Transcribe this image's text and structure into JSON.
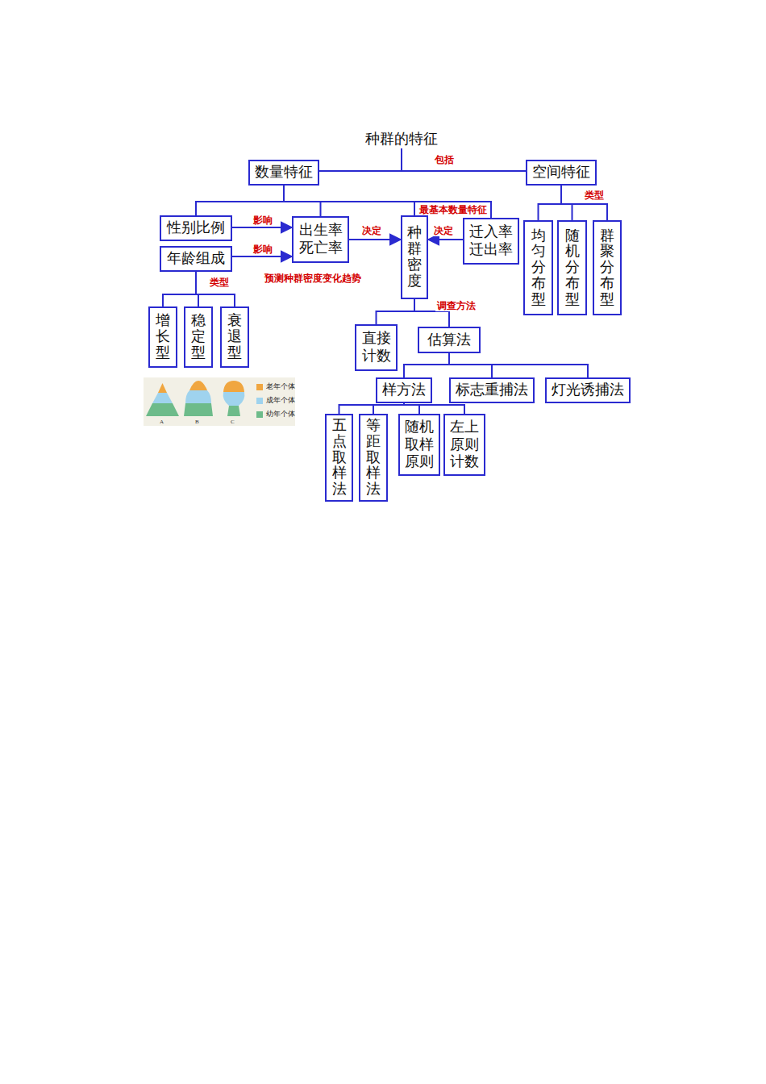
{
  "diagram": {
    "title": "种群的特征",
    "nodes": [
      {
        "text": [
          "数量特征"
        ]
      },
      {
        "text": [
          "空间特征"
        ]
      },
      {
        "text": [
          "性别比例"
        ]
      },
      {
        "text": [
          "出生率 死亡率"
        ]
      },
      {
        "text": [
          "种群密度"
        ]
      },
      {
        "text": [
          "迁入率 迁出率"
        ]
      },
      {
        "text": [
          "均匀分布型"
        ]
      },
      {
        "text": [
          "随机分布型"
        ]
      },
      {
        "text": [
          "群聚分布型"
        ]
      },
      {
        "text": [
          "年龄组成"
        ]
      },
      {
        "text": [
          "增长型"
        ]
      },
      {
        "text": [
          "稳定型"
        ]
      },
      {
        "text": [
          "衰退型"
        ]
      },
      {
        "text": [
          "直接 计数"
        ]
      },
      {
        "text": [
          "估算法"
        ]
      },
      {
        "text": [
          "样方法"
        ]
      },
      {
        "text": [
          "标志重捕法"
        ]
      },
      {
        "text": [
          "灯光诱捕法"
        ]
      },
      {
        "text": [
          "五点取样法"
        ]
      },
      {
        "text": [
          "等距取样法"
        ]
      },
      {
        "text": [
          "随机 取样 原则"
        ]
      },
      {
        "text": [
          "左上 原则 计数"
        ]
      }
    ],
    "edges": [
      {
        "from": 0,
        "to": 2,
        "arrow": "none"
      },
      {
        "from": 0,
        "to": 3,
        "arrow": "none"
      },
      {
        "from": 0,
        "to": 4,
        "label": "最基本数量特征",
        "arrow": "none"
      },
      {
        "from": 0,
        "to": 5,
        "arrow": "none"
      },
      {
        "from": 1,
        "to": 6,
        "arrow": "none"
      },
      {
        "from": 1,
        "to": 7,
        "arrow": "none"
      },
      {
        "from": 1,
        "to": 8,
        "arrow": "none"
      },
      {
        "from": 2,
        "to": 3,
        "label": "影响",
        "arrow": "to"
      },
      {
        "from": 9,
        "to": 3,
        "label": "影响",
        "arrow": "to"
      },
      {
        "from": 3,
        "to": 4,
        "label": "决定",
        "arrow": "to"
      },
      {
        "from": 5,
        "to": 4,
        "label": "决定",
        "arrow": "to"
      },
      {
        "from": 9,
        "to": 10,
        "arrow": "none"
      },
      {
        "from": 9,
        "to": 11,
        "arrow": "none"
      },
      {
        "from": 9,
        "to": 12,
        "arrow": "none"
      },
      {
        "from": 4,
        "to": 13,
        "arrow": "none"
      },
      {
        "from": 4,
        "to": 14,
        "arrow": "none"
      },
      {
        "from": 14,
        "to": 15,
        "arrow": "none"
      },
      {
        "from": 14,
        "to": 16,
        "arrow": "none"
      },
      {
        "from": 14,
        "to": 17,
        "arrow": "none"
      },
      {
        "from": 15,
        "to": 18,
        "arrow": "none"
      },
      {
        "from": 15,
        "to": 19,
        "arrow": "none"
      },
      {
        "from": 15,
        "to": 20,
        "arrow": "none"
      },
      {
        "from": 15,
        "to": 21,
        "arrow": "none"
      }
    ],
    "labels": [
      "包括",
      "类型",
      "类型",
      "预测种群密度变化趋势",
      "调查方法",
      "A",
      "B",
      "C"
    ],
    "legend": [
      {
        "text": "老年个体",
        "color": "#f0a640"
      },
      {
        "text": "成年个体",
        "color": "#9fd3ee"
      },
      {
        "text": "幼年个体",
        "color": "#6dbb8a"
      }
    ]
  }
}
